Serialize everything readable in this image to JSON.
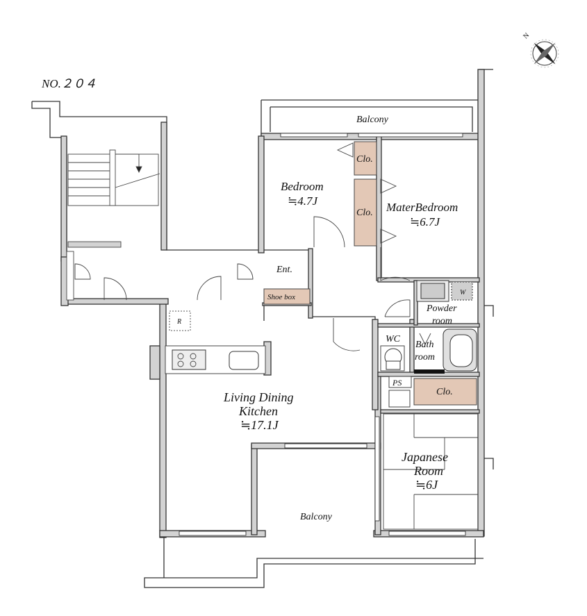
{
  "unit_number": "NO.２０４",
  "compass": {
    "label": "N",
    "icon": "compass-rose-icon"
  },
  "rooms": {
    "balcony_top": "Balcony",
    "bedroom": {
      "name": "Bedroom",
      "size": "≒4.7J"
    },
    "master_bedroom": {
      "name": "MaterBedroom",
      "size": "≒6.7J"
    },
    "closet_a": "Clo.",
    "closet_b": "Clo.",
    "closet_c": "Clo.",
    "entrance": "Ent.",
    "shoe_box": "Shoe box",
    "refrigerator": "R",
    "powder_room": {
      "line1": "Powder",
      "line2": "room"
    },
    "washer": "W",
    "wc": "WC",
    "bathroom": {
      "line1": "Bath",
      "line2": "room"
    },
    "pipe_space": "PS",
    "ldk": {
      "line1": "Living Dining",
      "line2": "Kitchen",
      "size": "≒17.1J"
    },
    "japanese_room": {
      "line1": "Japanese",
      "line2": "Room",
      "size": "≒6J"
    },
    "balcony_bottom": "Balcony"
  }
}
